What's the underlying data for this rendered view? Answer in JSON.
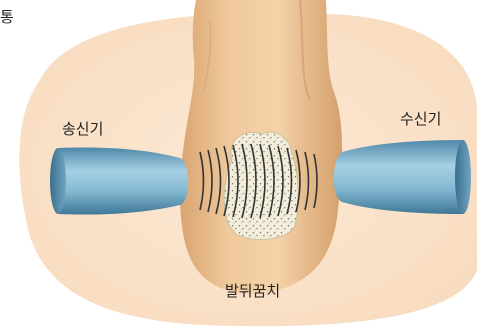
{
  "labels": {
    "corner": "통",
    "transmitter": "송신기",
    "receiver": "수신기",
    "heel": "발뒤꿈치"
  },
  "icons": {
    "transmitter": "transmitter-probe-icon",
    "receiver": "receiver-probe-icon",
    "waves": "ultrasound-wave-icon",
    "bone": "heel-bone-icon",
    "foot": "foot-illustration"
  },
  "colors": {
    "background_oval": "#fbe3cc",
    "skin": "#efc699",
    "bone": "#f1ecd5",
    "probe": "#7fb5cf",
    "wave": "#333333",
    "text": "#222222"
  }
}
